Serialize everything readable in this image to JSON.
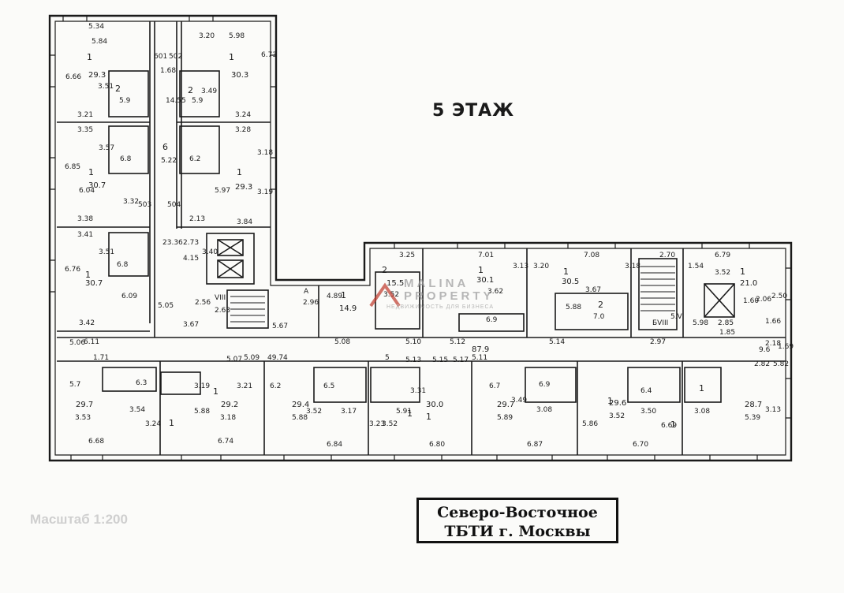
{
  "floor_title": "5 ЭТАЖ",
  "stamp": {
    "line1": "Северо-Восточное",
    "line2": "ТБТИ г. Москвы"
  },
  "scale_text": "Масштаб 1:200",
  "watermark": {
    "name": "MALINA PROPERTY",
    "tagline": "НЕДВИЖИМОСТЬ ДЛЯ БИЗНЕСА"
  },
  "colors": {
    "ink": "#1a1a1a",
    "paper": "#fbfbf9",
    "watermark_red": "#c0392b"
  },
  "labels": [
    "5.34",
    "5.84",
    "3.20",
    "5.98",
    "6.73",
    "1",
    "29.3",
    "6.66",
    "1",
    "30.3",
    "601",
    "502",
    "1.68",
    "3.51",
    "2",
    "5.9",
    "2",
    "5.9",
    "3.49",
    "14.55",
    "3.21",
    "3.24",
    "3.35",
    "3.28",
    "3.57",
    "6",
    "5.22",
    "6.8",
    "6.2",
    "3.18",
    "6.85",
    "1",
    "30.7",
    "1",
    "29.3",
    "6.04",
    "5.97",
    "3.32",
    "3.19",
    "503",
    "504",
    "3.38",
    "2.13",
    "3.84",
    "3.41",
    "23.36",
    "2.73",
    "4.15",
    "3.40",
    "3.51",
    "6.8",
    "6.76",
    "1",
    "30.7",
    "6.09",
    "5.05",
    "3.42",
    "2.56",
    "3.67",
    "VIII",
    "2.63",
    "A",
    "5.67",
    "6.11",
    "4.89",
    "1",
    "14.9",
    "2.96",
    "5.08",
    "5.10",
    "3.25",
    "2",
    "15.5",
    "3.52",
    "7.01",
    "1",
    "30.1",
    "3.13",
    "3.62",
    "6.9",
    "5.12",
    "3.20",
    "7.08",
    "1",
    "30.5",
    "3.18",
    "3.67",
    "5.88",
    "2",
    "7.0",
    "5.14",
    "2.70",
    "5.V",
    "БVIII",
    "2.97",
    "6.79",
    "1.54",
    "3.52",
    "1",
    "21.0",
    "1.60",
    "2.06",
    "2.85",
    "1.85",
    "5.98",
    "2.50",
    "1.66",
    "9.6",
    "2.18",
    "1.69",
    "5.06",
    "1.71",
    "5.07",
    "5.09",
    "49.74",
    "5",
    "87.9",
    "5.11",
    "5.13",
    "5.15",
    "5.17",
    "2.82",
    "5.82",
    "5.7",
    "6.3",
    "3.19",
    "3.21",
    "6.2",
    "6.5",
    "3.31",
    "6.7",
    "6.9",
    "6.4",
    "1",
    "29.7",
    "3.53",
    "3.54",
    "5.88",
    "1",
    "29.2",
    "3.18",
    "3.24",
    "1",
    "29.4",
    "5.88",
    "3.52",
    "3.17",
    "3.23",
    "3.52",
    "5.91",
    "1",
    "30.0",
    "1",
    "29.7",
    "5.89",
    "3.49",
    "3.08",
    "5.86",
    "1",
    "29.6",
    "3.52",
    "3.50",
    "3.08",
    "1",
    "28.7",
    "5.39",
    "3.13",
    "6.69",
    "6.68",
    "6.74",
    "6.84",
    "6.80",
    "6.87",
    "6.70"
  ]
}
